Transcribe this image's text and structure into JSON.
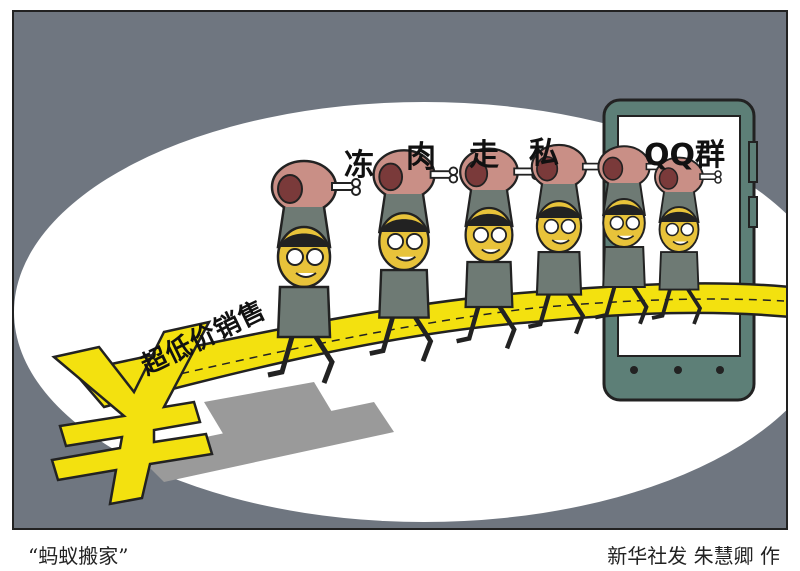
{
  "title": [
    "冻",
    "肉",
    "走",
    "私"
  ],
  "phone_label": "QQ群",
  "road_label": "超低价销售",
  "caption": "“蚂蚁搬家”",
  "credit": "新华社发  朱慧卿  作",
  "icons": {
    "currency": "yuan-sign-icon",
    "meat": "ham-leg-icon",
    "phone": "smartphone-icon"
  },
  "colors": {
    "sky": "#6f7680",
    "road": "#f3e10f",
    "figure_body": "#6e7a74",
    "meat": "#c98f86"
  },
  "figure_count": 6
}
